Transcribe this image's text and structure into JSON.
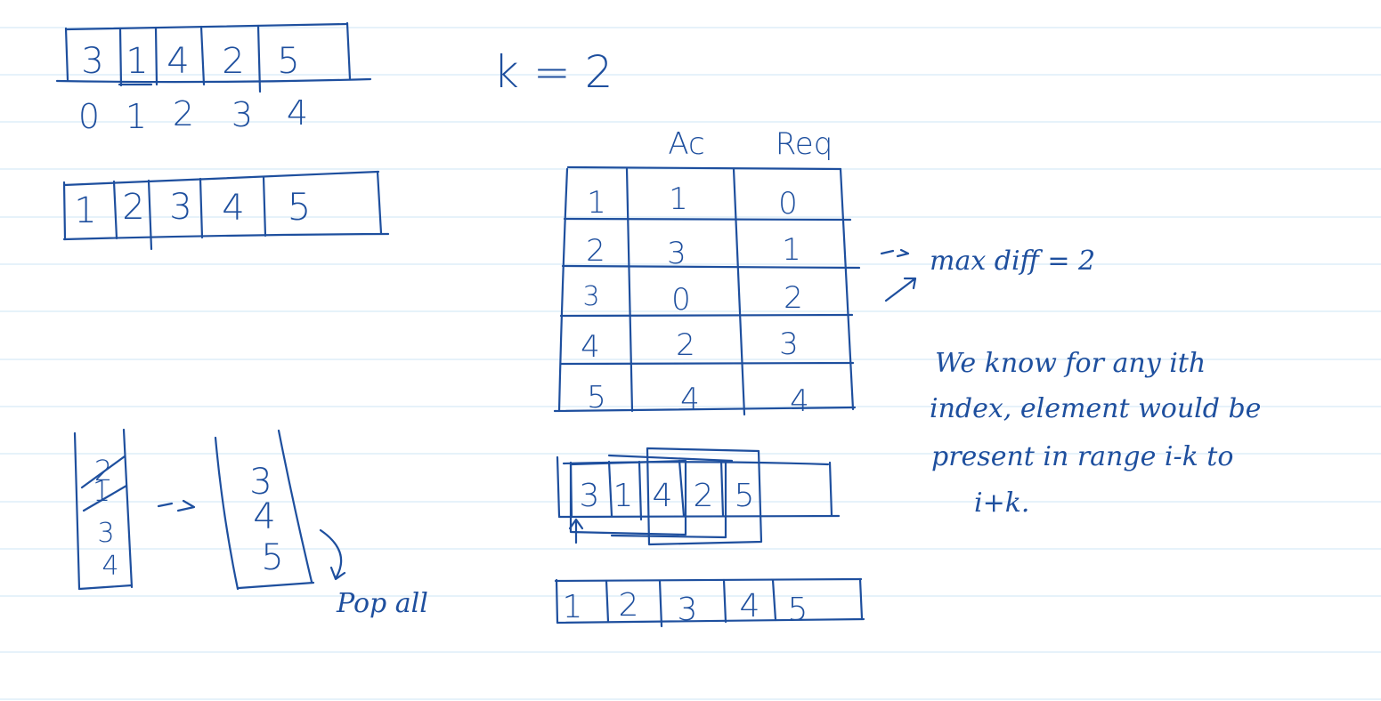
{
  "k_label": "k = 2",
  "original_array": [
    "3",
    "1",
    "4",
    "2",
    "5"
  ],
  "original_indices": [
    "0",
    "1",
    "2",
    "3",
    "4"
  ],
  "sorted_array": [
    "1",
    "2",
    "3",
    "4",
    "5"
  ],
  "table": {
    "headers": [
      "Ac",
      "Req"
    ],
    "rows": [
      [
        "1",
        "1",
        "0"
      ],
      [
        "2",
        "3",
        "1"
      ],
      [
        "3",
        "0",
        "2"
      ],
      [
        "4",
        "2",
        "3"
      ],
      [
        "5",
        "4",
        "4"
      ]
    ]
  },
  "max_diff_label": "max diff = 2",
  "observation_lines": [
    "We know for any ith",
    "index, element would be",
    "present in range i-k to",
    "i+k."
  ],
  "window_array": [
    "3",
    "1",
    "4",
    "2",
    "5"
  ],
  "sorted_array_bottom": [
    "1",
    "2",
    "3",
    "4",
    "5"
  ],
  "stack_before": [
    "2",
    "1",
    "3",
    "4"
  ],
  "stack_after": [
    "3",
    "4",
    "5"
  ],
  "pop_label": "Pop all"
}
